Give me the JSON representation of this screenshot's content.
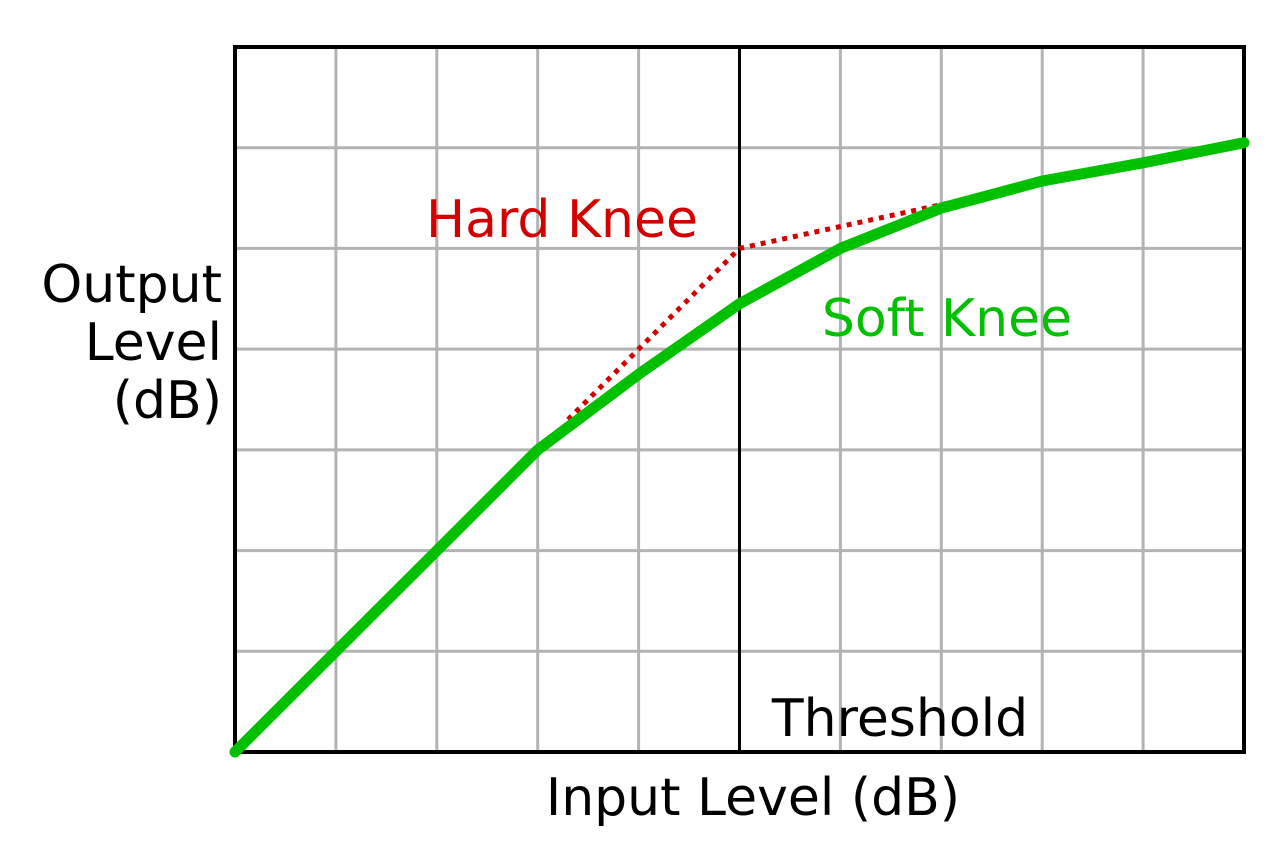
{
  "chart_data": {
    "type": "line",
    "title": "",
    "xlabel": "Input Level (dB)",
    "ylabel": [
      "Output",
      "Level",
      "(dB)"
    ],
    "xlim": [
      0,
      10
    ],
    "ylim": [
      0,
      7
    ],
    "grid": true,
    "threshold": {
      "label": "Threshold",
      "x": 5
    },
    "series": [
      {
        "name": "Hard Knee",
        "color": "#d40000",
        "style": "dotted",
        "x": [
          3.3,
          5,
          7.3
        ],
        "y": [
          3.3,
          5,
          5.5
        ]
      },
      {
        "name": "Soft Knee",
        "color": "#00c000",
        "style": "solid",
        "x": [
          0,
          1,
          2,
          3,
          4,
          5,
          6,
          7,
          8,
          9,
          10
        ],
        "y": [
          0,
          1,
          2,
          3,
          3.75,
          4.45,
          5.0,
          5.4,
          5.67,
          5.85,
          6.05
        ]
      }
    ]
  }
}
